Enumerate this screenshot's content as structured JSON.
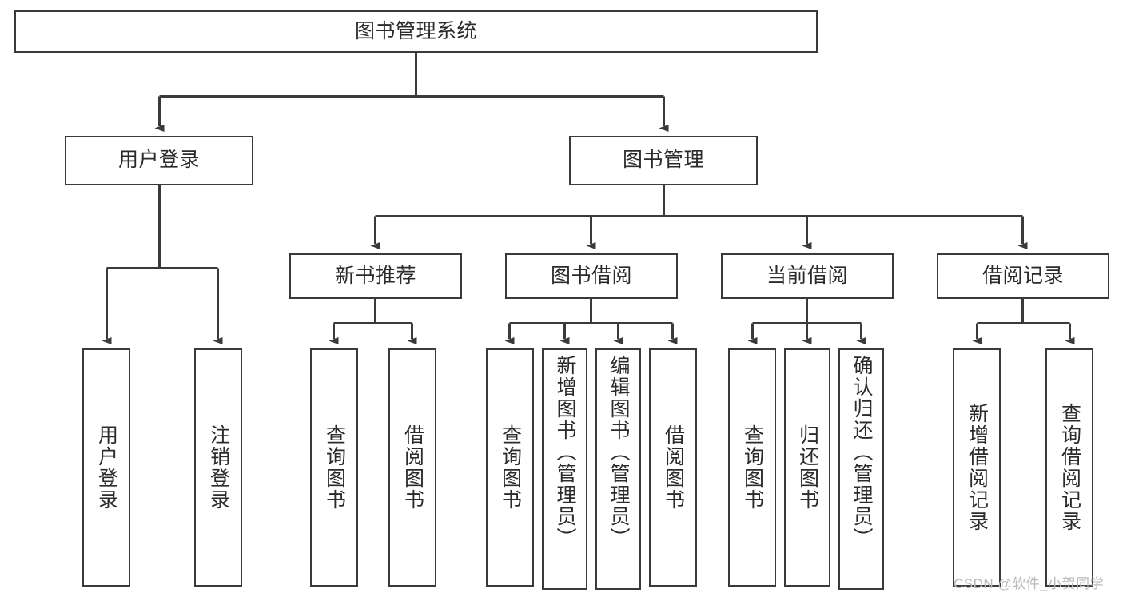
{
  "diagram": {
    "title": "图书管理系统",
    "type": "tree-hierarchy",
    "colors": {
      "box_border": "#3a3a3a",
      "box_fill": "#ffffff",
      "connector": "#3a3a3a",
      "text": "#2b2b2b",
      "watermark": "#b9b9b9",
      "background": "#ffffff"
    },
    "root": {
      "label": "图书管理系统"
    },
    "level2": [
      {
        "id": "user-login",
        "label": "用户登录"
      },
      {
        "id": "book-management",
        "label": "图书管理"
      }
    ],
    "level3": [
      {
        "id": "new-book-recommend",
        "label": "新书推荐",
        "parent": "book-management"
      },
      {
        "id": "book-borrow",
        "label": "图书借阅",
        "parent": "book-management"
      },
      {
        "id": "current-borrow",
        "label": "当前借阅",
        "parent": "book-management"
      },
      {
        "id": "borrow-record",
        "label": "借阅记录",
        "parent": "book-management"
      }
    ],
    "leaves": {
      "user-login": [
        {
          "id": "leaf-user-login",
          "label": "用户登录"
        },
        {
          "id": "leaf-logout-login",
          "label": "注销登录"
        }
      ],
      "new-book-recommend": [
        {
          "id": "leaf-query-book-1",
          "label": "查询图书"
        },
        {
          "id": "leaf-borrow-book-1",
          "label": "借阅图书"
        }
      ],
      "book-borrow": [
        {
          "id": "leaf-query-book-2",
          "label": "查询图书"
        },
        {
          "id": "leaf-add-book-admin",
          "label": "新增图书（管理员）"
        },
        {
          "id": "leaf-edit-book-admin",
          "label": "编辑图书（管理员）"
        },
        {
          "id": "leaf-borrow-book-2",
          "label": "借阅图书"
        }
      ],
      "current-borrow": [
        {
          "id": "leaf-query-book-3",
          "label": "查询图书"
        },
        {
          "id": "leaf-return-book",
          "label": "归还图书"
        },
        {
          "id": "leaf-confirm-return-admin",
          "label": "确认归还（管理员）"
        }
      ],
      "borrow-record": [
        {
          "id": "leaf-add-borrow-record",
          "label": "新增借阅记录"
        },
        {
          "id": "leaf-query-borrow-record",
          "label": "查询借阅记录"
        }
      ]
    },
    "watermark": "CSDN @软件_小贺同学"
  }
}
